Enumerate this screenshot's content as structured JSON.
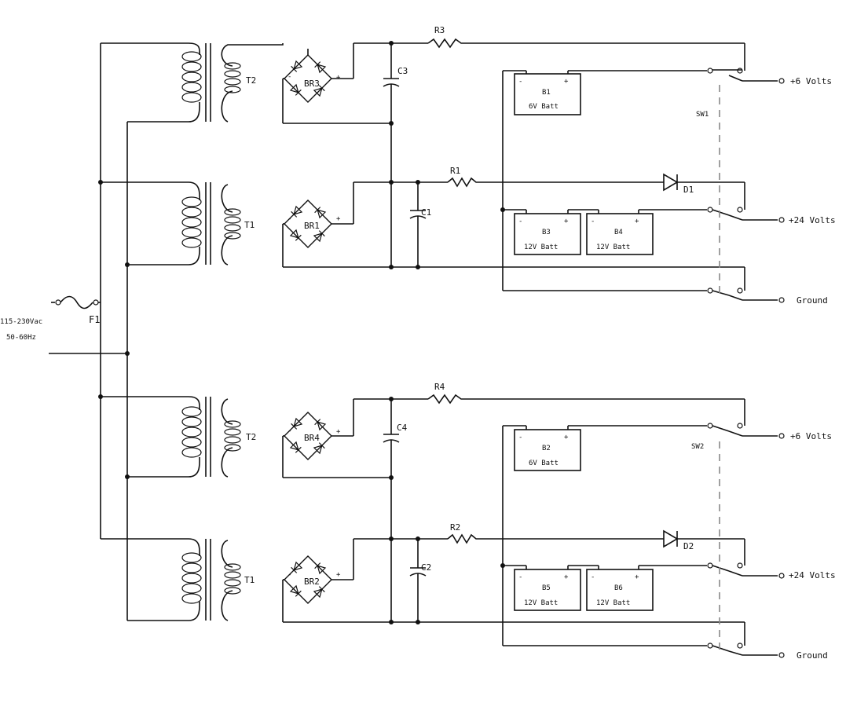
{
  "input": {
    "fuse": "F1",
    "line1": "115-230Vac",
    "line2": "50-60Hz"
  },
  "upper": {
    "t_top": "T2",
    "t_bot": "T1",
    "br_top": "BR3",
    "br_bot": "BR1",
    "c_top": "C3",
    "c_bot": "C1",
    "r_top": "R3",
    "r_bot": "R1",
    "diode": "D1",
    "switch": "SW1",
    "b1_name": "B1",
    "b1_type": "6V Batt",
    "b3_name": "B3",
    "b3_type": "12V Batt",
    "b4_name": "B4",
    "b4_type": "12V Batt",
    "out6": "+6 Volts",
    "out24": "+24 Volts",
    "gnd": "Ground"
  },
  "lower": {
    "t_top": "T2",
    "t_bot": "T1",
    "br_top": "BR4",
    "br_bot": "BR2",
    "c_top": "C4",
    "c_bot": "C2",
    "r_top": "R4",
    "r_bot": "R2",
    "diode": "D2",
    "switch": "SW2",
    "b2_name": "B2",
    "b2_type": "6V Batt",
    "b5_name": "B5",
    "b5_type": "12V Batt",
    "b6_name": "B6",
    "b6_type": "12V Batt",
    "out6": "+6 Volts",
    "out24": "+24 Volts",
    "gnd": "Ground"
  },
  "symbols": {
    "plus": "+",
    "minus": "-"
  }
}
